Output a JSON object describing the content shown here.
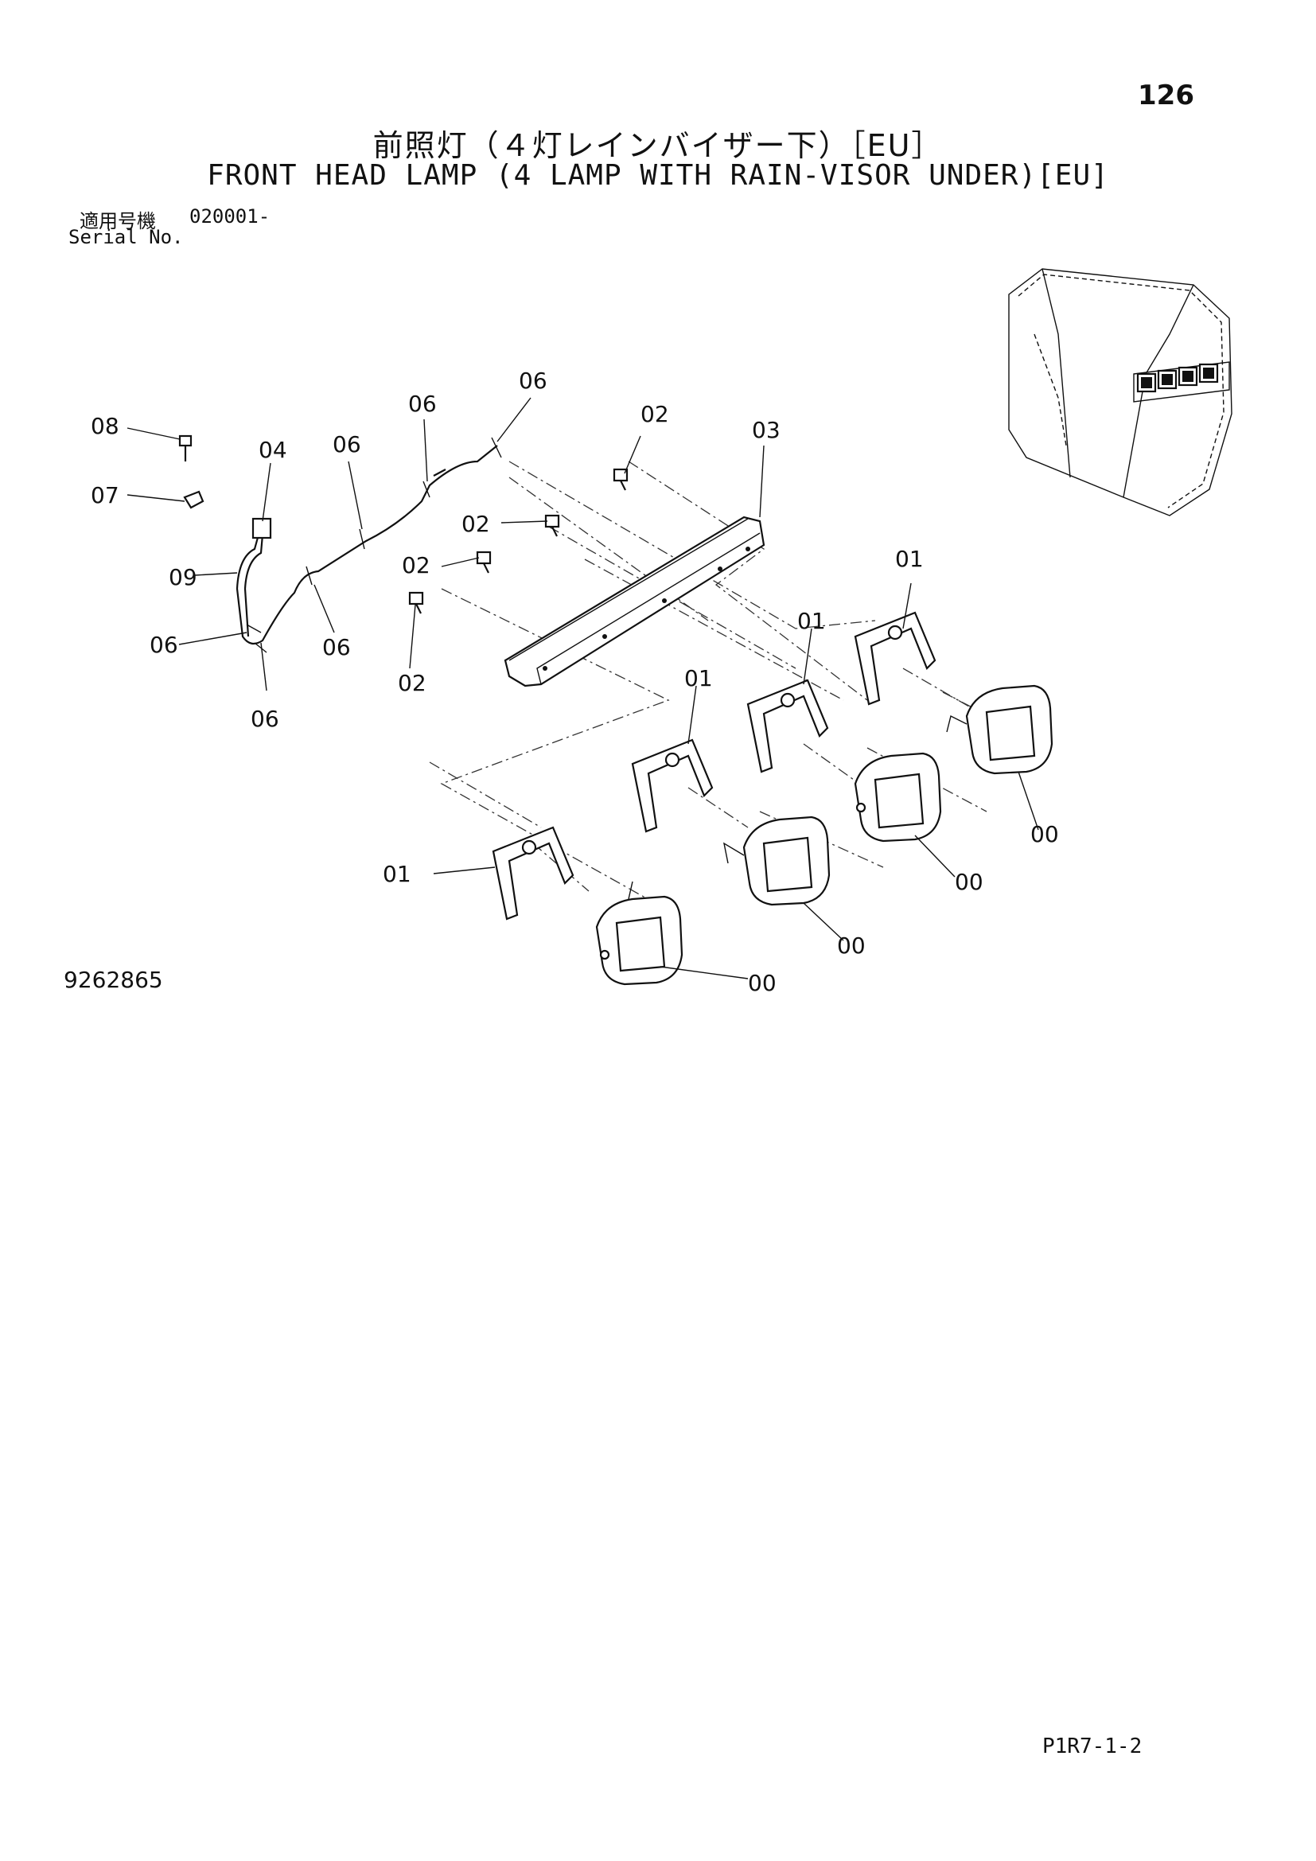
{
  "page_number": "126",
  "title_jp": "前照灯（４灯レインバイザー下）［EU］",
  "title_en": "FRONT HEAD LAMP (4 LAMP WITH RAIN-VISOR UNDER)[EU]",
  "serial": {
    "label_jp": "適用号機",
    "value": "020001-",
    "label_en": "Serial No."
  },
  "drawing_number": "9262865",
  "footer_code": "P1R7-1-2",
  "callouts": {
    "c00a": "00",
    "c00b": "00",
    "c00c": "00",
    "c00d": "00",
    "c01a": "01",
    "c01b": "01",
    "c01c": "01",
    "c01d": "01",
    "c02a": "02",
    "c02b": "02",
    "c02c": "02",
    "c02d": "02",
    "c03": "03",
    "c04": "04",
    "c06a": "06",
    "c06b": "06",
    "c06c": "06",
    "c06d": "06",
    "c06e": "06",
    "c06f": "06",
    "c07": "07",
    "c08": "08",
    "c09": "09"
  }
}
